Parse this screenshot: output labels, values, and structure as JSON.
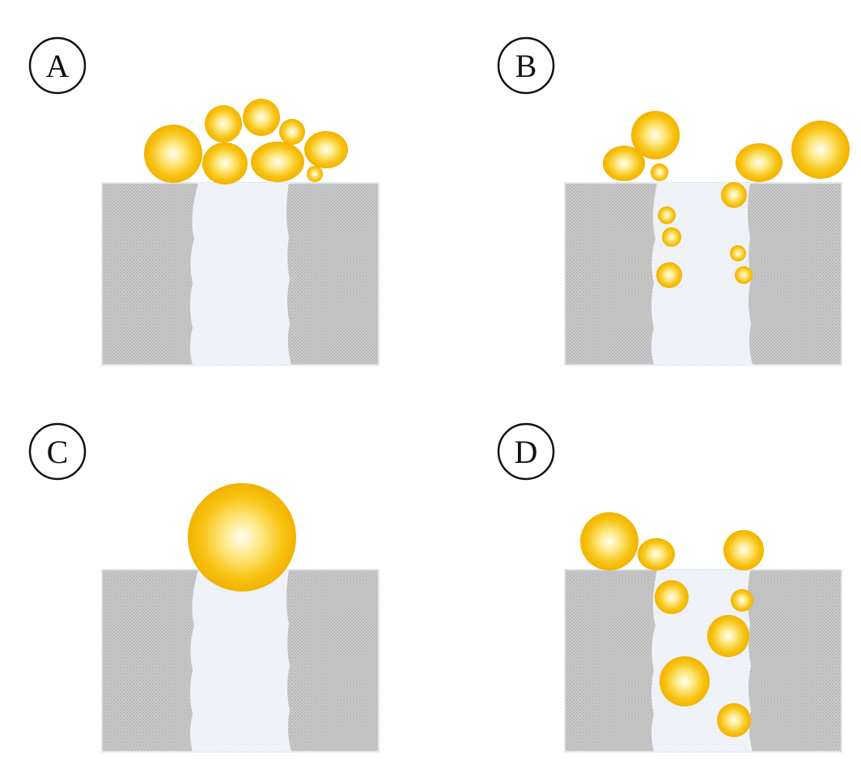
{
  "colors": {
    "background": "#ffffff",
    "matrix_gray": "#c9c9c9",
    "pore_fill": "#f1f4f9",
    "droplet_rim": "#f5b800",
    "droplet_core": "#fffdf0"
  },
  "panels": [
    {
      "id": "A",
      "label": "A"
    },
    {
      "id": "B",
      "label": "B"
    },
    {
      "id": "C",
      "label": "C"
    },
    {
      "id": "D",
      "label": "D"
    }
  ]
}
